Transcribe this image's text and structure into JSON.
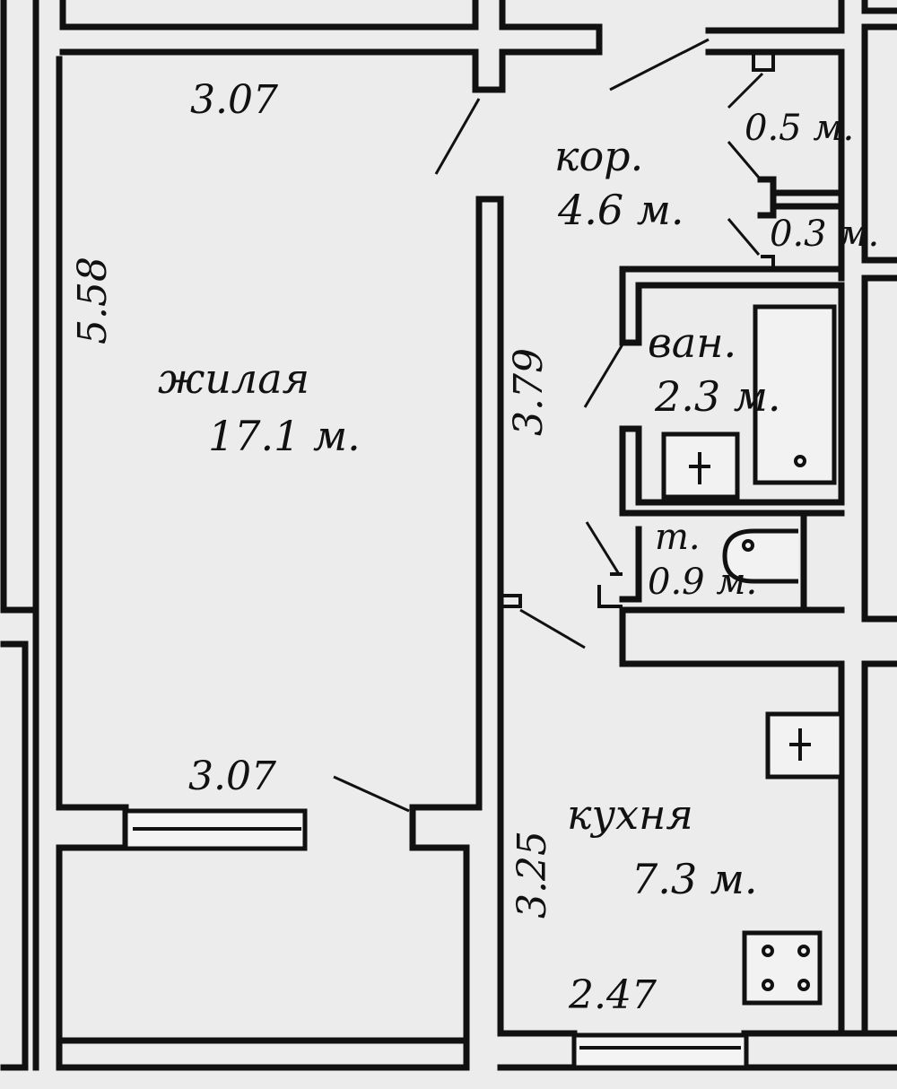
{
  "rooms": {
    "living": {
      "name": "жилая",
      "area": "17.1 м."
    },
    "corridor": {
      "name": "кор.",
      "area": "4.6 м."
    },
    "bath": {
      "name": "ван.",
      "area": "2.3 м."
    },
    "toilet": {
      "name": "т.",
      "area": "0.9 м."
    },
    "kitchen": {
      "name": "кухня",
      "area": "7.3 м."
    }
  },
  "dimensions": {
    "living_top": "3.07",
    "living_left": "5.58",
    "living_right": "3.79",
    "living_bottom": "3.07",
    "kitchen_left": "3.25",
    "kitchen_bottom": "2.47"
  },
  "closets": {
    "upper": "0.5 м.",
    "lower": "0.3 м."
  }
}
